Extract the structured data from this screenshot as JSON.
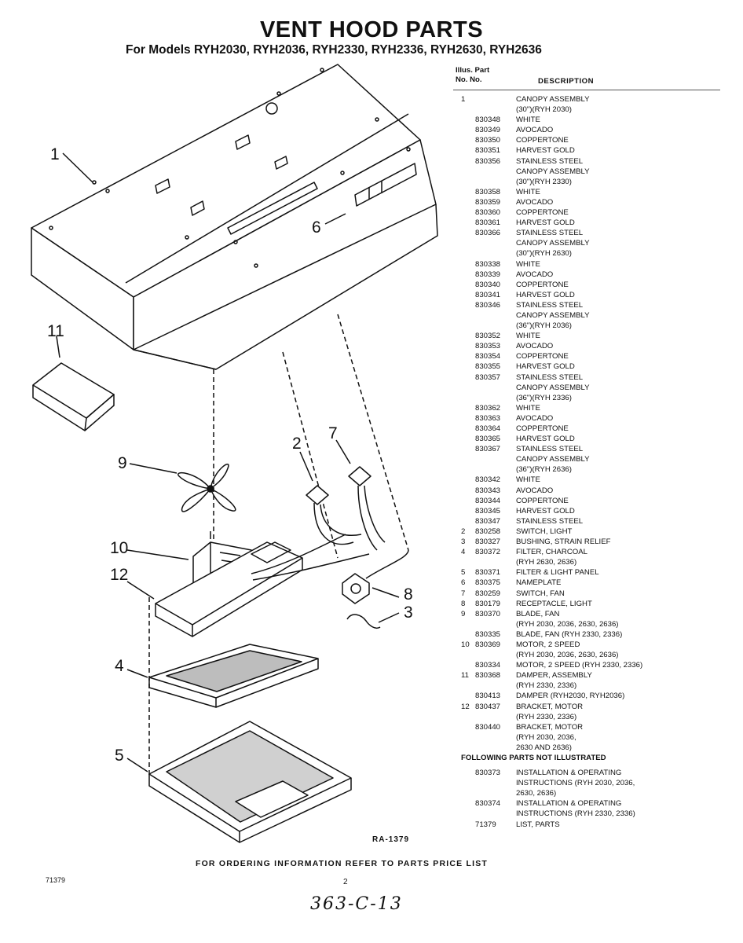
{
  "title": "VENT HOOD PARTS",
  "subtitle": "For Models RYH2030, RYH2036, RYH2330, RYH2336, RYH2630, RYH2636",
  "table_header": {
    "col1_line1": "Illus. Part",
    "col1_line2": "No.   No.",
    "description": "DESCRIPTION"
  },
  "rows": [
    {
      "ill": "1",
      "part": "",
      "desc": "CANOPY ASSEMBLY"
    },
    {
      "ill": "",
      "part": "",
      "desc": "(30\")(RYH 2030)"
    },
    {
      "ill": "",
      "part": "830348",
      "desc": "WHITE"
    },
    {
      "ill": "",
      "part": "830349",
      "desc": "AVOCADO"
    },
    {
      "ill": "",
      "part": "830350",
      "desc": "COPPERTONE"
    },
    {
      "ill": "",
      "part": "830351",
      "desc": "HARVEST GOLD"
    },
    {
      "ill": "",
      "part": "830356",
      "desc": "STAINLESS STEEL"
    },
    {
      "ill": "",
      "part": "",
      "desc": "CANOPY ASSEMBLY"
    },
    {
      "ill": "",
      "part": "",
      "desc": "(30\")(RYH 2330)"
    },
    {
      "ill": "",
      "part": "830358",
      "desc": "WHITE"
    },
    {
      "ill": "",
      "part": "830359",
      "desc": "AVOCADO"
    },
    {
      "ill": "",
      "part": "830360",
      "desc": "COPPERTONE"
    },
    {
      "ill": "",
      "part": "830361",
      "desc": "HARVEST GOLD"
    },
    {
      "ill": "",
      "part": "830366",
      "desc": "STAINLESS STEEL"
    },
    {
      "ill": "",
      "part": "",
      "desc": "CANOPY ASSEMBLY"
    },
    {
      "ill": "",
      "part": "",
      "desc": "(30\")(RYH 2630)"
    },
    {
      "ill": "",
      "part": "830338",
      "desc": "WHITE"
    },
    {
      "ill": "",
      "part": "830339",
      "desc": "AVOCADO"
    },
    {
      "ill": "",
      "part": "830340",
      "desc": "COPPERTONE"
    },
    {
      "ill": "",
      "part": "830341",
      "desc": "HARVEST GOLD"
    },
    {
      "ill": "",
      "part": "830346",
      "desc": "STAINLESS STEEL"
    },
    {
      "ill": "",
      "part": "",
      "desc": "CANOPY ASSEMBLY"
    },
    {
      "ill": "",
      "part": "",
      "desc": "(36\")(RYH 2036)"
    },
    {
      "ill": "",
      "part": "830352",
      "desc": "WHITE"
    },
    {
      "ill": "",
      "part": "830353",
      "desc": "AVOCADO"
    },
    {
      "ill": "",
      "part": "830354",
      "desc": "COPPERTONE"
    },
    {
      "ill": "",
      "part": "830355",
      "desc": "HARVEST GOLD"
    },
    {
      "ill": "",
      "part": "830357",
      "desc": "STAINLESS STEEL"
    },
    {
      "ill": "",
      "part": "",
      "desc": "CANOPY ASSEMBLY"
    },
    {
      "ill": "",
      "part": "",
      "desc": "(36\")(RYH 2336)"
    },
    {
      "ill": "",
      "part": "830362",
      "desc": "WHITE"
    },
    {
      "ill": "",
      "part": "830363",
      "desc": "AVOCADO"
    },
    {
      "ill": "",
      "part": "830364",
      "desc": "COPPERTONE"
    },
    {
      "ill": "",
      "part": "830365",
      "desc": "HARVEST GOLD"
    },
    {
      "ill": "",
      "part": "830367",
      "desc": "STAINLESS STEEL"
    },
    {
      "ill": "",
      "part": "",
      "desc": "CANOPY ASSEMBLY"
    },
    {
      "ill": "",
      "part": "",
      "desc": "(36\")(RYH 2636)"
    },
    {
      "ill": "",
      "part": "830342",
      "desc": "WHITE"
    },
    {
      "ill": "",
      "part": "830343",
      "desc": "AVOCADO"
    },
    {
      "ill": "",
      "part": "830344",
      "desc": "COPPERTONE"
    },
    {
      "ill": "",
      "part": "830345",
      "desc": "HARVEST GOLD"
    },
    {
      "ill": "",
      "part": "830347",
      "desc": "STAINLESS STEEL"
    },
    {
      "ill": "2",
      "part": "830258",
      "desc": "SWITCH, LIGHT"
    },
    {
      "ill": "3",
      "part": "830327",
      "desc": "BUSHING, STRAIN RELIEF"
    },
    {
      "ill": "4",
      "part": "830372",
      "desc": "FILTER, CHARCOAL"
    },
    {
      "ill": "",
      "part": "",
      "desc": "(RYH 2630, 2636)"
    },
    {
      "ill": "5",
      "part": "830371",
      "desc": "FILTER & LIGHT PANEL"
    },
    {
      "ill": "6",
      "part": "830375",
      "desc": "NAMEPLATE"
    },
    {
      "ill": "7",
      "part": "830259",
      "desc": "SWITCH, FAN"
    },
    {
      "ill": "8",
      "part": "830179",
      "desc": "RECEPTACLE, LIGHT"
    },
    {
      "ill": "9",
      "part": "830370",
      "desc": "BLADE, FAN"
    },
    {
      "ill": "",
      "part": "",
      "desc": "(RYH 2030, 2036, 2630, 2636)"
    },
    {
      "ill": "",
      "part": "830335",
      "desc": "BLADE, FAN (RYH 2330, 2336)"
    },
    {
      "ill": "10",
      "part": "830369",
      "desc": "MOTOR, 2 SPEED"
    },
    {
      "ill": "",
      "part": "",
      "desc": "(RYH 2030, 2036, 2630, 2636)"
    },
    {
      "ill": "",
      "part": "830334",
      "desc": "MOTOR, 2 SPEED (RYH 2330, 2336)"
    },
    {
      "ill": "11",
      "part": "830368",
      "desc": "DAMPER, ASSEMBLY"
    },
    {
      "ill": "",
      "part": "",
      "desc": "(RYH 2330, 2336)"
    },
    {
      "ill": "",
      "part": "830413",
      "desc": "DAMPER (RYH2030, RYH2036)"
    },
    {
      "ill": "12",
      "part": "830437",
      "desc": "BRACKET, MOTOR"
    },
    {
      "ill": "",
      "part": "",
      "desc": "(RYH 2330, 2336)"
    },
    {
      "ill": "",
      "part": "830440",
      "desc": "BRACKET, MOTOR"
    },
    {
      "ill": "",
      "part": "",
      "desc": "(RYH 2030, 2036,"
    },
    {
      "ill": "",
      "part": "",
      "desc": "2630 AND 2636)"
    }
  ],
  "note": "FOLLOWING PARTS NOT ILLUSTRATED",
  "rows_not_illustrated": [
    {
      "ill": "",
      "part": "830373",
      "desc": "INSTALLATION & OPERATING"
    },
    {
      "ill": "",
      "part": "",
      "desc": "INSTRUCTIONS (RYH 2030, 2036,"
    },
    {
      "ill": "",
      "part": "",
      "desc": "2630, 2636)"
    },
    {
      "ill": "",
      "part": "830374",
      "desc": "INSTALLATION & OPERATING"
    },
    {
      "ill": "",
      "part": "",
      "desc": "INSTRUCTIONS (RYH 2330, 2336)"
    },
    {
      "ill": "",
      "part": "71379",
      "desc": "LIST, PARTS"
    }
  ],
  "callouts": [
    "1",
    "2",
    "3",
    "4",
    "5",
    "6",
    "7",
    "8",
    "9",
    "10",
    "11",
    "12"
  ],
  "figure_code": "RA-1379",
  "footer": "FOR ORDERING INFORMATION REFER TO PARTS PRICE LIST",
  "doc_number": "71379",
  "page_number": "2",
  "handwritten": "363-C-13"
}
